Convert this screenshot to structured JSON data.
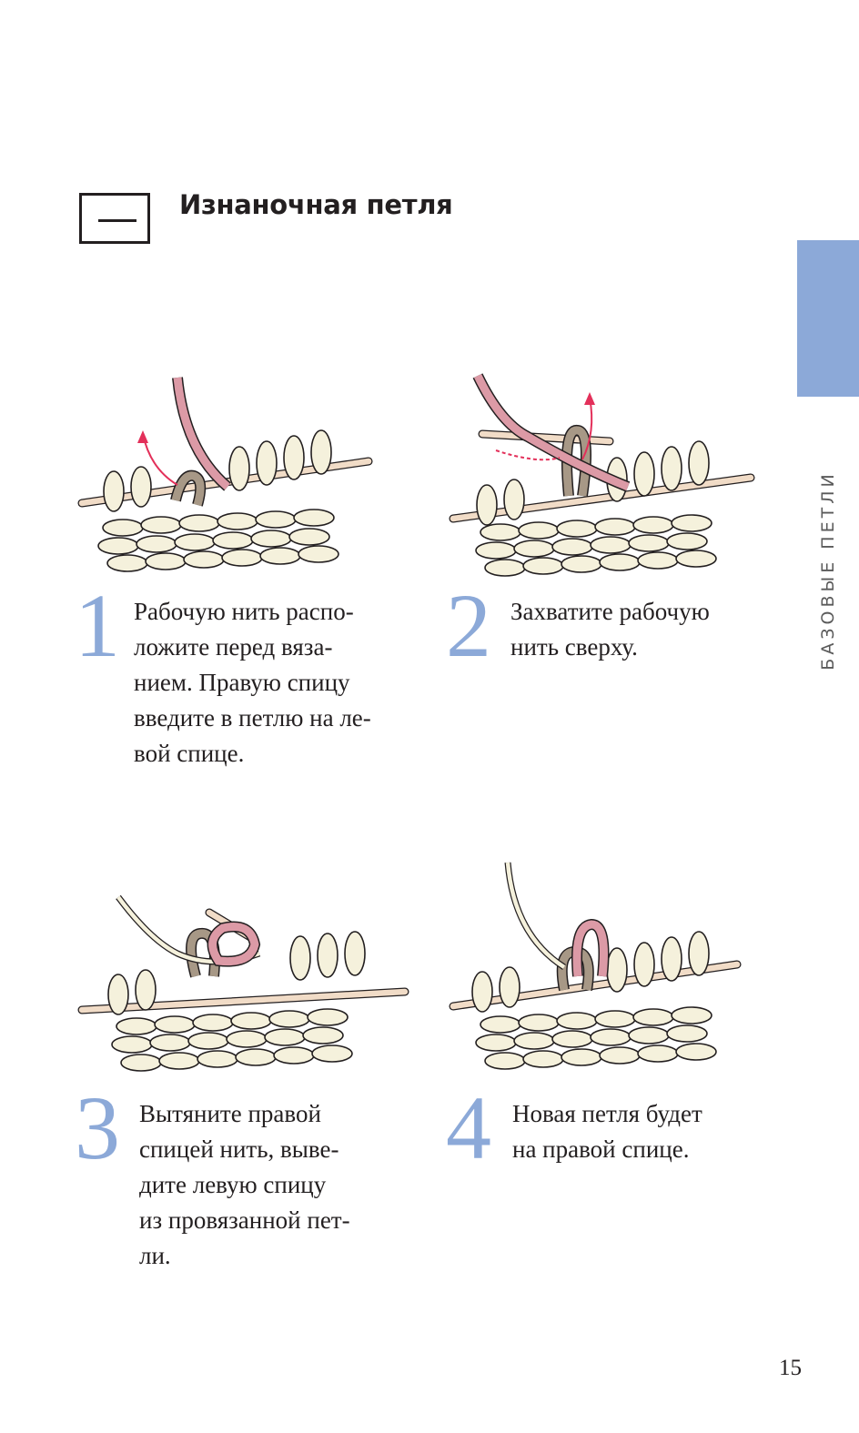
{
  "header": {
    "symbol_icon": "purl-symbol-icon",
    "title": "Изнаночная петля"
  },
  "side_tab": {
    "label": "БАЗОВЫЕ ПЕТЛИ",
    "color": "#8ca9d8"
  },
  "colors": {
    "step_number": "#8ca9d8",
    "yarn_pink": "#dc9aa6",
    "yarn_taupe": "#a79886",
    "yarn_cream": "#f5f1dc",
    "needle": "#f1dcc7",
    "arrow": "#e3305a"
  },
  "steps": [
    {
      "number": "1",
      "text": "Рабочую нить распо-\nложите перед вяза-\nнием. Правую спицу\nвведите в петлю на ле-\nвой спице.",
      "illustration": "knitting-step-1-illustration"
    },
    {
      "number": "2",
      "text": "Захватите рабочую\nнить сверху.",
      "illustration": "knitting-step-2-illustration"
    },
    {
      "number": "3",
      "text": "Вытяните правой\nспицей нить, выве-\nдите левую спицу\nиз провязанной пет-\nли.",
      "illustration": "knitting-step-3-illustration"
    },
    {
      "number": "4",
      "text": "Новая петля будет\nна правой спице.",
      "illustration": "knitting-step-4-illustration"
    }
  ],
  "page_number": "15"
}
